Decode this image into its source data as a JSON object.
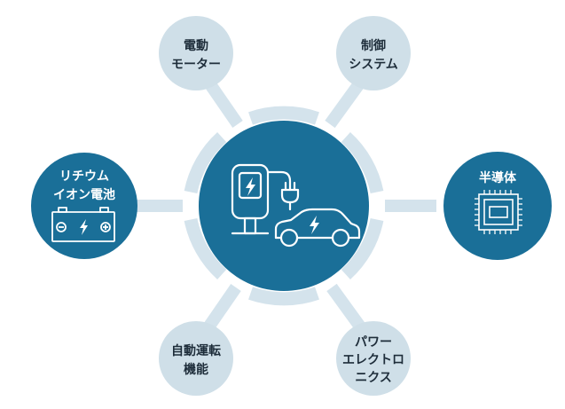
{
  "diagram": {
    "hub": {
      "name": "EV charging and electric car",
      "icons": [
        "charging-station-icon",
        "plug-icon",
        "electric-car-icon",
        "lightning-icon"
      ]
    },
    "nodes": [
      {
        "id": "motor",
        "lines": [
          "電動",
          "モーター"
        ],
        "highlighted": false
      },
      {
        "id": "control",
        "lines": [
          "制御",
          "システム"
        ],
        "highlighted": false
      },
      {
        "id": "battery",
        "lines": [
          "リチウム",
          "イオン電池"
        ],
        "highlighted": true,
        "icon": "battery-icon"
      },
      {
        "id": "semiconductor",
        "lines": [
          "半導体"
        ],
        "highlighted": true,
        "icon": "chip-icon"
      },
      {
        "id": "autonomous",
        "lines": [
          "自動運転",
          "機能"
        ],
        "highlighted": false
      },
      {
        "id": "power-electronics",
        "lines": [
          "パワー",
          "エレクトロ",
          "ニクス"
        ],
        "highlighted": false
      }
    ]
  },
  "colors": {
    "hub": "#1a6f98",
    "highlight": "#1a6f98",
    "node": "#cfdfe8",
    "ring": "#d4e3ec",
    "text_dark": "#1e2d3a",
    "text_light": "#ffffff"
  }
}
